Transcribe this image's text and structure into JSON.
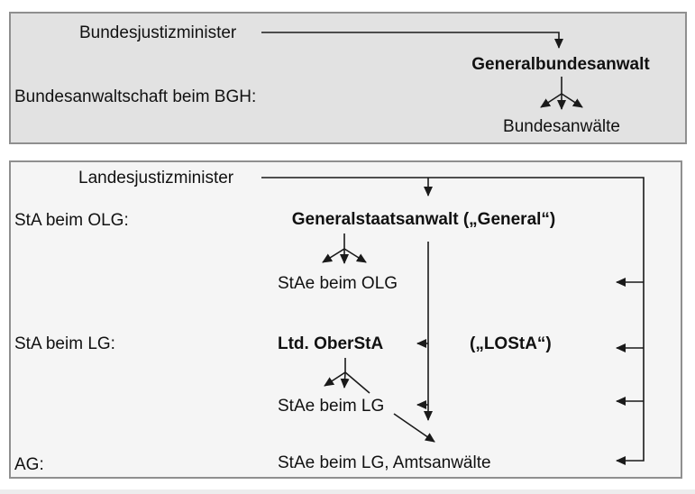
{
  "colors": {
    "page_bg": "#ffffff",
    "box_top_fill": "#e2e2e2",
    "box_bottom_fill": "#f5f5f5",
    "box_border": "#8f8f8f",
    "line": "#1a1a1a",
    "text": "#111111",
    "footer_strip": "#ededed"
  },
  "federal_box": {
    "minister": "Bundesjustizminister",
    "office_label": "Bundesanwaltschaft beim BGH:",
    "chief": "Generalbundesanwalt",
    "prosecutors": "Bundesanwälte"
  },
  "state_box": {
    "minister": "Landesjustizminister",
    "olg_row_label": "StA beim OLG:",
    "olg_chief": "Generalstaatsanwalt („General“)",
    "olg_staff": "StAe beim OLG",
    "lg_row_label": "StA beim LG:",
    "lg_chief": "Ltd. OberStA",
    "lg_chief_abbr": "(„LOStA“)",
    "lg_staff": "StAe beim LG",
    "ag_row_label": "AG:",
    "ag_staff": "StAe beim LG, Amtsanwälte"
  }
}
